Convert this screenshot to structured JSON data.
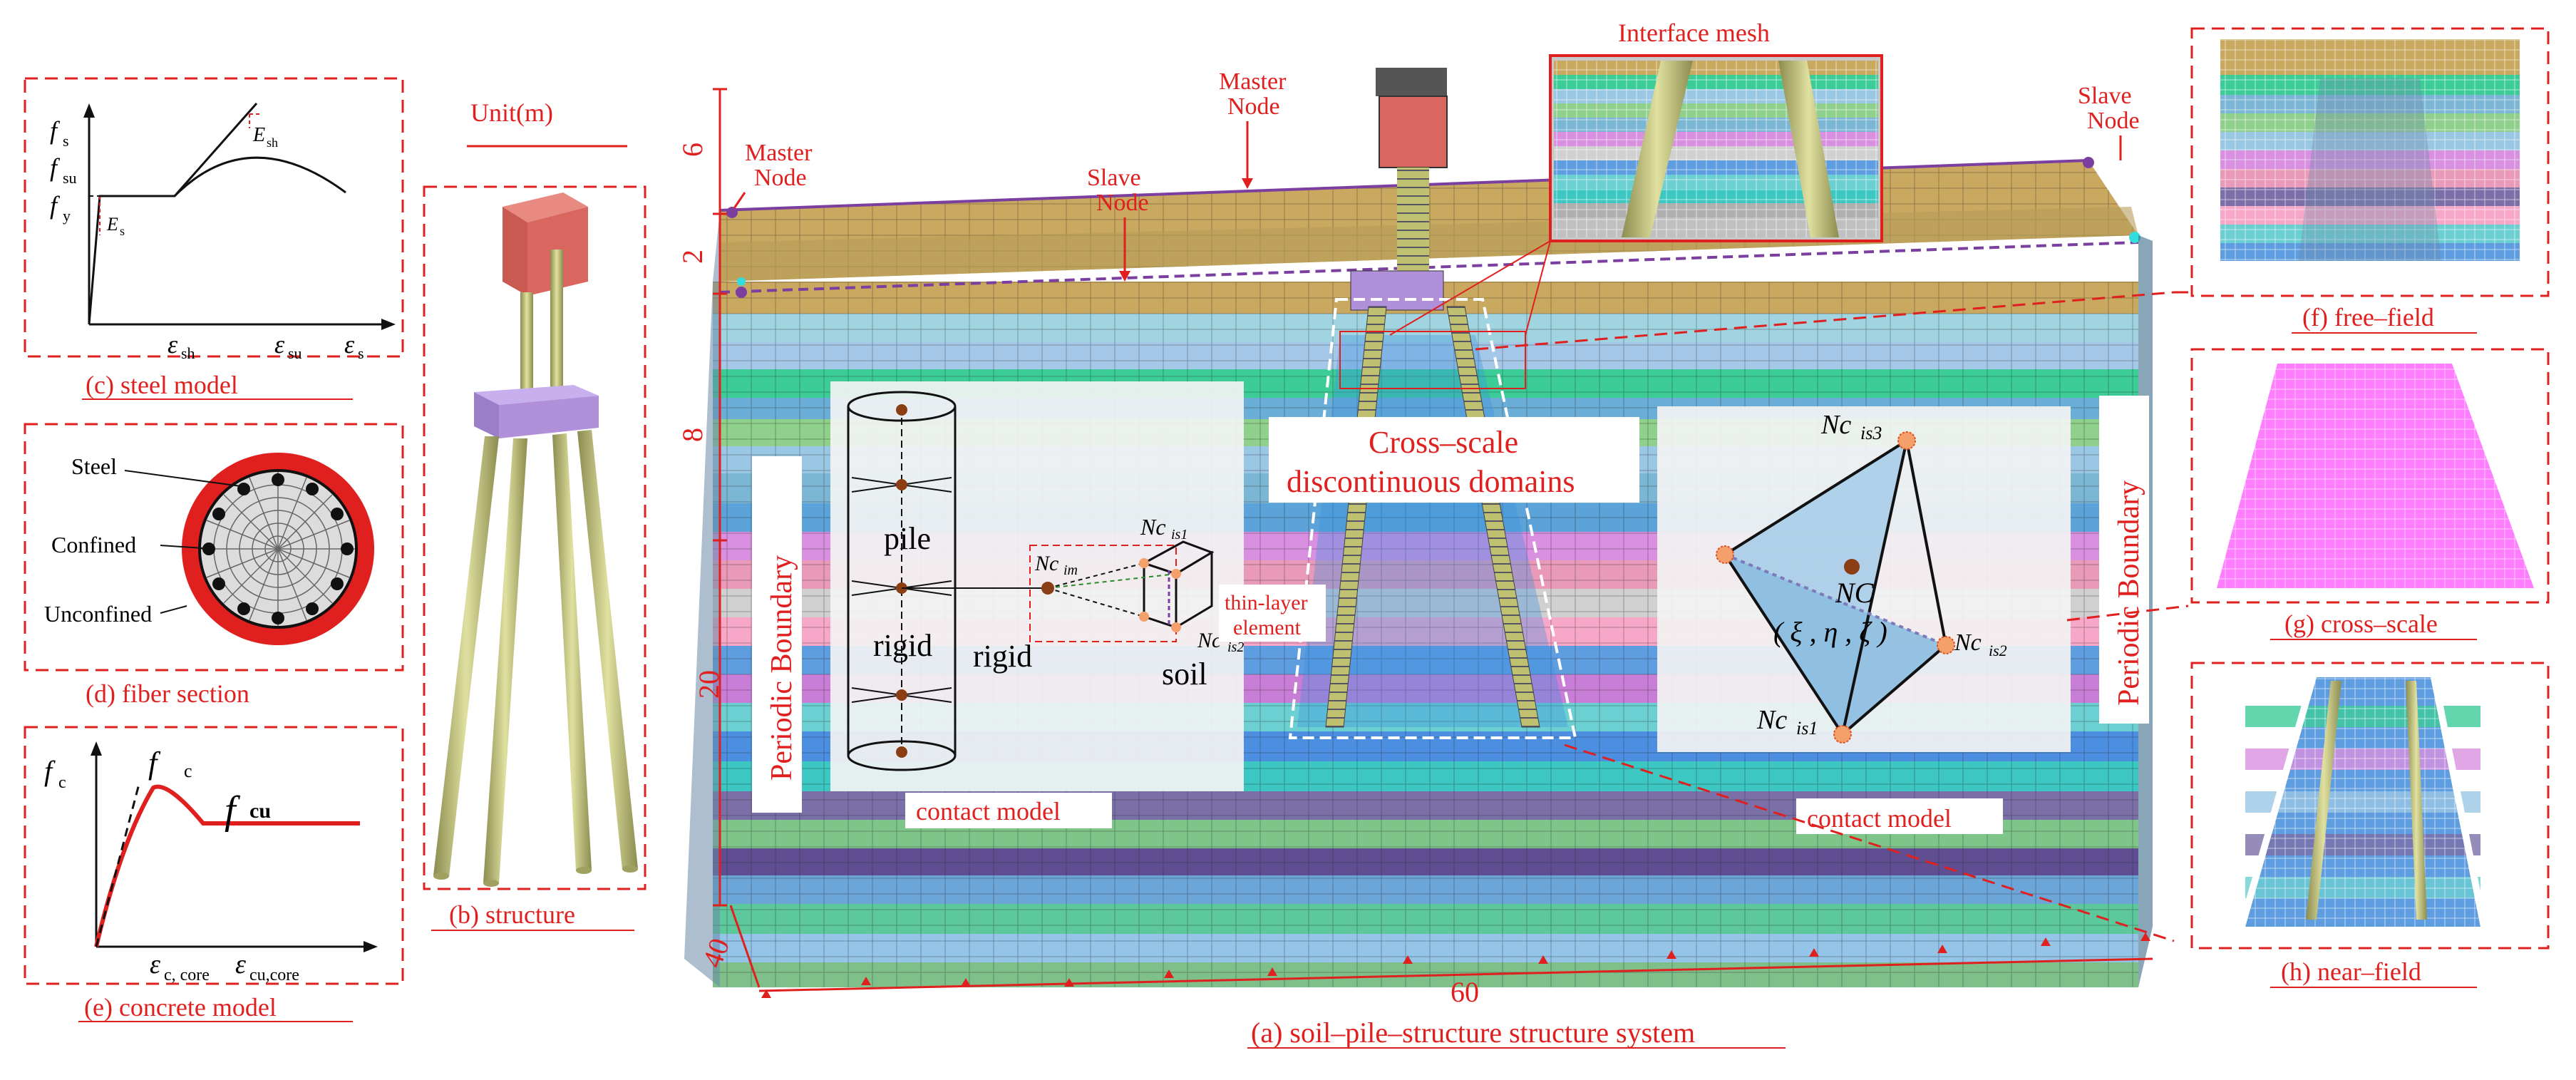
{
  "panels": {
    "a": "(a)   soil–pile–structure structure system",
    "b": "(b) structure",
    "c": "(c)  steel model",
    "d": "(d)  fiber section",
    "e": "(e) concrete model",
    "f": "(f) free–field",
    "g": "(g)  cross–scale",
    "h": "(h) near–field"
  },
  "unit_label": "Unit(m)",
  "dimensions": {
    "height_top": "6",
    "height_cap": "2",
    "height_mid": "8",
    "height_deep": "20",
    "depth": "40",
    "width": "60"
  },
  "nodes": {
    "master_left": [
      "Master",
      "Node"
    ],
    "master_top": [
      "Master",
      "Node"
    ],
    "slave_mid": [
      "Slave",
      "Node"
    ],
    "slave_right": [
      "Slave",
      "Node"
    ]
  },
  "labels": {
    "interface_mesh": "Interface mesh",
    "periodic_left": "Periodic Boundary",
    "periodic_right": "Periodic Boundary",
    "cross_scale_1": "Cross–scale",
    "cross_scale_2": "discontinuous domains",
    "contact_model_left": "contact model",
    "contact_model_right": "contact model",
    "pile": "pile",
    "rigid_inner": "rigid",
    "rigid_outer": "rigid",
    "soil": "soil",
    "thin_layer_1": "thin-layer",
    "thin_layer_2": "element",
    "nc_is1_small": "Nc",
    "nc_im": "Nc",
    "nc_is2_small": "Nc",
    "tet_nc_is3": "Nc",
    "tet_nc": "NC",
    "tet_nc_is2": "Nc",
    "tet_nc_is1": "Nc",
    "tet_coords": "( ξ , η , ζ )"
  },
  "steel_model": {
    "y_ticks": [
      "f",
      "f",
      "f"
    ],
    "x_ticks": [
      "ε",
      "ε",
      "ε"
    ],
    "curve_label": "E",
    "init_label": "E"
  },
  "fiber_section": {
    "steel": "Steel",
    "confined": "Confined",
    "unconfined": "Unconfined"
  },
  "concrete_model": {
    "y_label": "f",
    "peak_label": "f",
    "residual_label": "f",
    "x_ticks": [
      "ε",
      "ε"
    ]
  },
  "colors": {
    "annotation_red": "#e0201f",
    "soil_top": "#c9a860",
    "pile_cap": "#b090d8",
    "superstructure": "#d9665f",
    "pile": "#c8c878",
    "boundary_magenta": "#ff66ff"
  }
}
